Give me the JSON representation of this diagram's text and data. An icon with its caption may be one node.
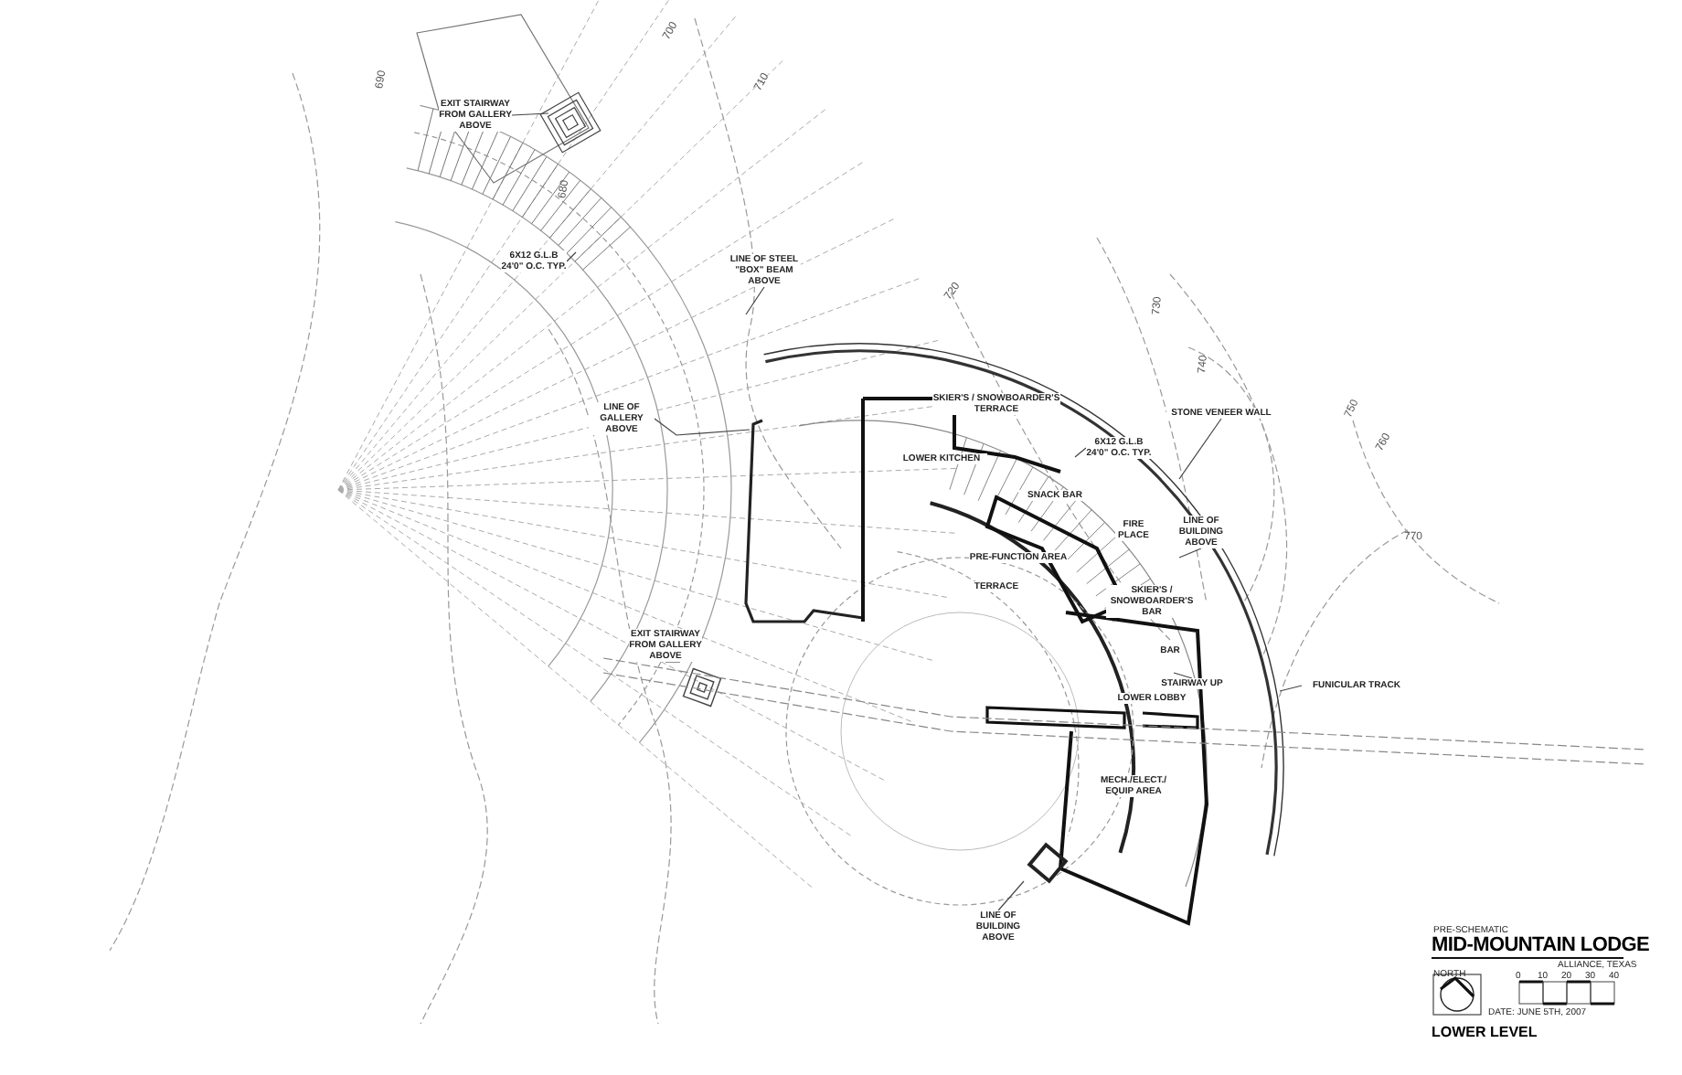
{
  "diagram": {
    "title": "MID-MOUNTAIN LODGE",
    "caption": "LOWER LEVEL",
    "nodes": [
      {
        "text": [
          "SKIER'S / SNOWBOARDER'S TERRACE"
        ]
      },
      {
        "text": [
          "LOWER KITCHEN"
        ]
      },
      {
        "text": [
          "SNACK BAR"
        ]
      },
      {
        "text": [
          "FIRE PLACE"
        ]
      },
      {
        "text": [
          "PRE-FUNCTION AREA"
        ]
      },
      {
        "text": [
          "TERRACE"
        ]
      },
      {
        "text": [
          "SKIER'S / SNOWBOARDER'S BAR"
        ]
      },
      {
        "text": [
          "BAR"
        ]
      },
      {
        "text": [
          "LOWER LOBBY"
        ]
      },
      {
        "text": [
          "MECH./ELECT./ EQUIP AREA"
        ]
      },
      {
        "text": [
          "EXIT STAIRWAY FROM GALLERY ABOVE"
        ]
      },
      {
        "text": [
          "6X12 G.L.B 24'0\" O.C. TYP."
        ]
      },
      {
        "text": [
          "LINE OF STEEL \"BOX\" BEAM ABOVE"
        ]
      },
      {
        "text": [
          "LINE OF GALLERY ABOVE"
        ]
      },
      {
        "text": [
          "EXIT STAIRWAY FROM GALLERY ABOVE"
        ]
      },
      {
        "text": [
          "6X12 G.L.B 24'0\" O.C. TYP."
        ]
      },
      {
        "text": [
          "STONE VENEER WALL"
        ]
      },
      {
        "text": [
          "LINE OF BUILDING ABOVE"
        ]
      },
      {
        "text": [
          "STAIRWAY UP"
        ]
      },
      {
        "text": [
          "FUNICULAR TRACK"
        ]
      },
      {
        "text": [
          "LINE OF BUILDING ABOVE"
        ]
      }
    ],
    "edges": [
      {
        "from": 10,
        "to": null,
        "arrow": "none"
      },
      {
        "from": 11,
        "to": null,
        "arrow": "none"
      },
      {
        "from": 12,
        "to": null,
        "arrow": "none"
      },
      {
        "from": 13,
        "to": null,
        "arrow": "none"
      },
      {
        "from": 14,
        "to": null,
        "arrow": "none"
      },
      {
        "from": 15,
        "to": null,
        "arrow": "none"
      },
      {
        "from": 16,
        "to": null,
        "arrow": "none"
      },
      {
        "from": 17,
        "to": null,
        "arrow": "none"
      },
      {
        "from": 18,
        "to": null,
        "arrow": "none"
      },
      {
        "from": 19,
        "to": null,
        "arrow": "none"
      },
      {
        "from": 20,
        "to": null,
        "arrow": "none"
      }
    ],
    "labels": [
      "690",
      "700",
      "710",
      "680",
      "720",
      "730",
      "740",
      "750",
      "760",
      "770",
      "PRE-SCHEMATIC",
      "ALLIANCE, TEXAS",
      "NORTH",
      "0",
      "10",
      "20",
      "30",
      "40",
      "DATE: JUNE 5TH, 2007"
    ]
  }
}
